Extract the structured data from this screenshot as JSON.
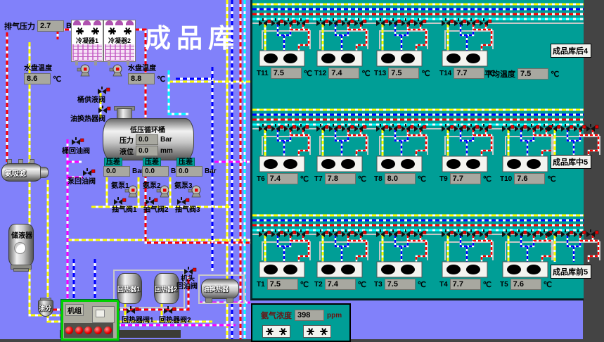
{
  "title": "成品库",
  "colors": {
    "background": "#8181fa",
    "panel_teal": "#009e96",
    "display_bg": "#a8a8a0",
    "pipe_yellow": "#ffff00",
    "pipe_red": "#ff0000",
    "pipe_blue": "#0000ff",
    "pipe_magenta": "#ff00ff",
    "pipe_cyan": "#00ffff",
    "pipe_silver": "#c8c8c8",
    "alarm_red": "#e80000",
    "machine_green": "#00cf00"
  },
  "left": {
    "exhaust_pressure": {
      "label": "排气压力",
      "value": "2.7",
      "unit": "Bar"
    },
    "condensers": [
      {
        "label": "冷凝器1"
      },
      {
        "label": "冷凝器2"
      }
    ],
    "pan_temps": [
      {
        "label": "水盘温度",
        "value": "8.6",
        "unit": "℃"
      },
      {
        "label": "水盘温度",
        "value": "8.8",
        "unit": "℃"
      }
    ],
    "lp_drum": {
      "label": "低压循环桶",
      "pressure": {
        "label": "压力",
        "value": "0.0",
        "unit": "Bar"
      },
      "level": {
        "label": "液位",
        "value": "0.0",
        "unit": "mm"
      }
    },
    "diff_pressure": {
      "label": "压差",
      "value": "0.0",
      "unit": "Bar"
    },
    "valves": {
      "drum_supply": "桶供液阀",
      "oil_hx_valve": "油换热器阀",
      "drum_oil_return": "桶回油阀",
      "pump_oil_return": "泵回油阀",
      "head_oil_return_line1": "机头",
      "head_oil_return_line2": "回油阀",
      "suction": [
        "抽气阀1",
        "抽气阀2",
        "抽气阀3"
      ],
      "regen": [
        "回热器阀1",
        "回热器阀2"
      ]
    },
    "pumps": [
      "氨泵1",
      "氨泵2",
      "氨泵3"
    ],
    "equipment": {
      "suction_filter": "氨吸滤",
      "receiver": "储液器",
      "oil_separator": "油分",
      "compressor_unit": "机组",
      "regenerators": [
        "回热器1",
        "回热器2"
      ],
      "oil_heat_exchanger": "油换热器"
    }
  },
  "cold_storage": {
    "rows": [
      {
        "zone": "成品库后4",
        "units": [
          {
            "tag": "T11",
            "value": "7.5",
            "unit": "℃"
          },
          {
            "tag": "T12",
            "value": "7.4",
            "unit": "℃"
          },
          {
            "tag": "T13",
            "value": "7.5",
            "unit": "℃"
          },
          {
            "tag": "T14",
            "value": "7.7",
            "unit": "℃"
          }
        ],
        "average": {
          "label": "平均温度",
          "value": "7.5",
          "unit": "℃"
        }
      },
      {
        "zone": "成品库中5",
        "units": [
          {
            "tag": "T6",
            "value": "7.4",
            "unit": "℃"
          },
          {
            "tag": "T7",
            "value": "7.8",
            "unit": "℃"
          },
          {
            "tag": "T8",
            "value": "8.0",
            "unit": "℃"
          },
          {
            "tag": "T9",
            "value": "7.7",
            "unit": "℃"
          },
          {
            "tag": "T10",
            "value": "7.6",
            "unit": "℃"
          }
        ]
      },
      {
        "zone": "成品库前5",
        "units": [
          {
            "tag": "T1",
            "value": "7.5",
            "unit": "℃"
          },
          {
            "tag": "T2",
            "value": "7.4",
            "unit": "℃"
          },
          {
            "tag": "T3",
            "value": "7.5",
            "unit": "℃"
          },
          {
            "tag": "T4",
            "value": "7.7",
            "unit": "℃"
          },
          {
            "tag": "T5",
            "value": "7.6",
            "unit": "℃"
          }
        ]
      }
    ]
  },
  "ammonia": {
    "label": "氨气浓度",
    "value": "398",
    "unit": "ppm"
  }
}
